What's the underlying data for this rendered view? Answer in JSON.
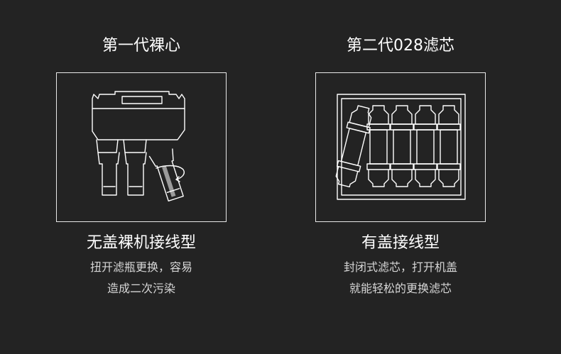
{
  "left": {
    "generation_title": "第一代裸心",
    "illustration_icon": "bare-filter-unit-icon",
    "type_title": "无盖裸机接线型",
    "desc_line1": "扭开滤瓶更换，容易",
    "desc_line2": "造成二次污染"
  },
  "right": {
    "generation_title": "第二代028滤芯",
    "illustration_icon": "enclosed-cartridge-filter-icon",
    "type_title": "有盖接线型",
    "desc_line1": "封闭式滤芯，打开机盖",
    "desc_line2": "就能轻松的更换滤芯"
  },
  "colors": {
    "background": "#232323",
    "line_art": "#ffffff",
    "text_primary": "#ffffff",
    "text_secondary": "#d6d6d6"
  }
}
